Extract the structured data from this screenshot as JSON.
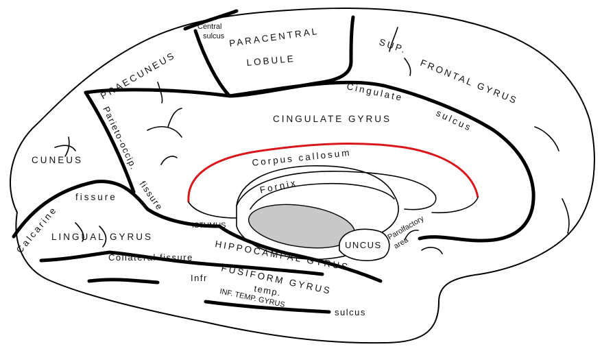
{
  "labels": {
    "central_sulcus_1": "Central",
    "central_sulcus_2": "sulcus",
    "paracentral": "PARACENTRAL",
    "lobule": "LOBULE",
    "praecuneus": "PRAECUNEUS",
    "sup": "SUP.",
    "frontal_gyrus": "FRONTAL   GYRUS",
    "cingulate": "Cingulate",
    "sulcus": "sulcus",
    "cingulate_gyrus": "CINGULATE GYRUS",
    "parieto_occip": "Parieto-occip.",
    "fissure": "fissure",
    "cuneus": "CUNEUS",
    "corpus_callosum": "Corpus callosum",
    "fornix": "Fornix",
    "calcarine": "Calcarine",
    "calcarine_fissure": "fissure",
    "isthmus": "ISTHMUS",
    "lingual_gyrus": "LINGUAL GYRUS",
    "hippocampal_gyrus": "HIPPOCAMPAL  GYRUS",
    "uncus": "UNCUS",
    "parolfactory": "Parolfactory",
    "area": "area",
    "collateral_fissure": "Collateral   fissure",
    "infr": "Infr",
    "fusiform_gyrus": "FUSIFORM  GYRUS",
    "temp": "temp.",
    "inf_temp_gyrus": "INF. TEMP. GYRUS",
    "inf_temp_sulcus": "sulcus"
  },
  "colors": {
    "corpus_callosum_outline": "#d8161b",
    "thalamus_fill": "#c8c8c8",
    "line": "#000000",
    "background": "#ffffff"
  }
}
